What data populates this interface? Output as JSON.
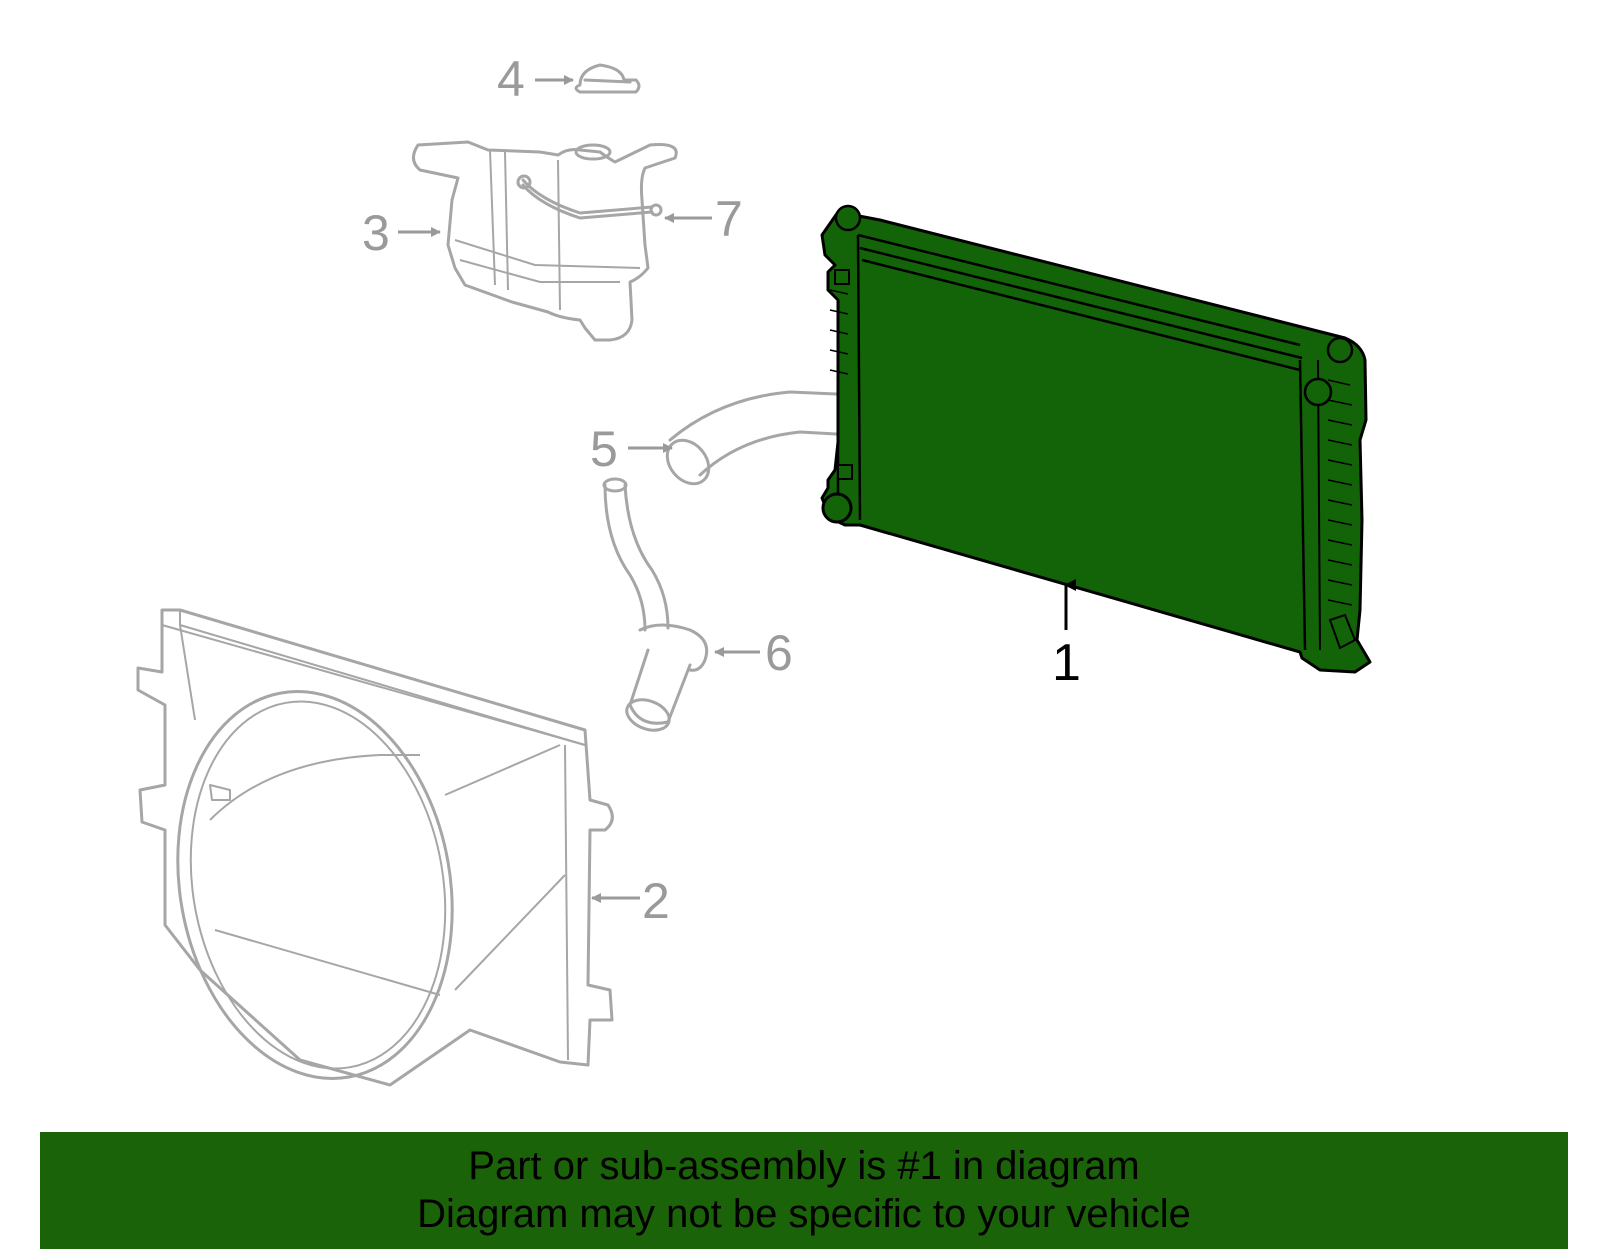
{
  "callouts": [
    {
      "id": "1",
      "label": "1",
      "highlighted": true,
      "part": "radiator"
    },
    {
      "id": "2",
      "label": "2",
      "highlighted": false,
      "part": "fan-shroud"
    },
    {
      "id": "3",
      "label": "3",
      "highlighted": false,
      "part": "coolant-reservoir"
    },
    {
      "id": "4",
      "label": "4",
      "highlighted": false,
      "part": "reservoir-cap"
    },
    {
      "id": "5",
      "label": "5",
      "highlighted": false,
      "part": "upper-hose"
    },
    {
      "id": "6",
      "label": "6",
      "highlighted": false,
      "part": "lower-hose"
    },
    {
      "id": "7",
      "label": "7",
      "highlighted": false,
      "part": "overflow-hose"
    }
  ],
  "banner": {
    "line1": "Part or sub-assembly is #1 in diagram",
    "line2": "Diagram may not be specific to your vehicle"
  },
  "colors": {
    "highlight": "#136308",
    "banner": "#1b6309",
    "line": "#a6a6a6",
    "text_muted": "#9a9a9a"
  }
}
